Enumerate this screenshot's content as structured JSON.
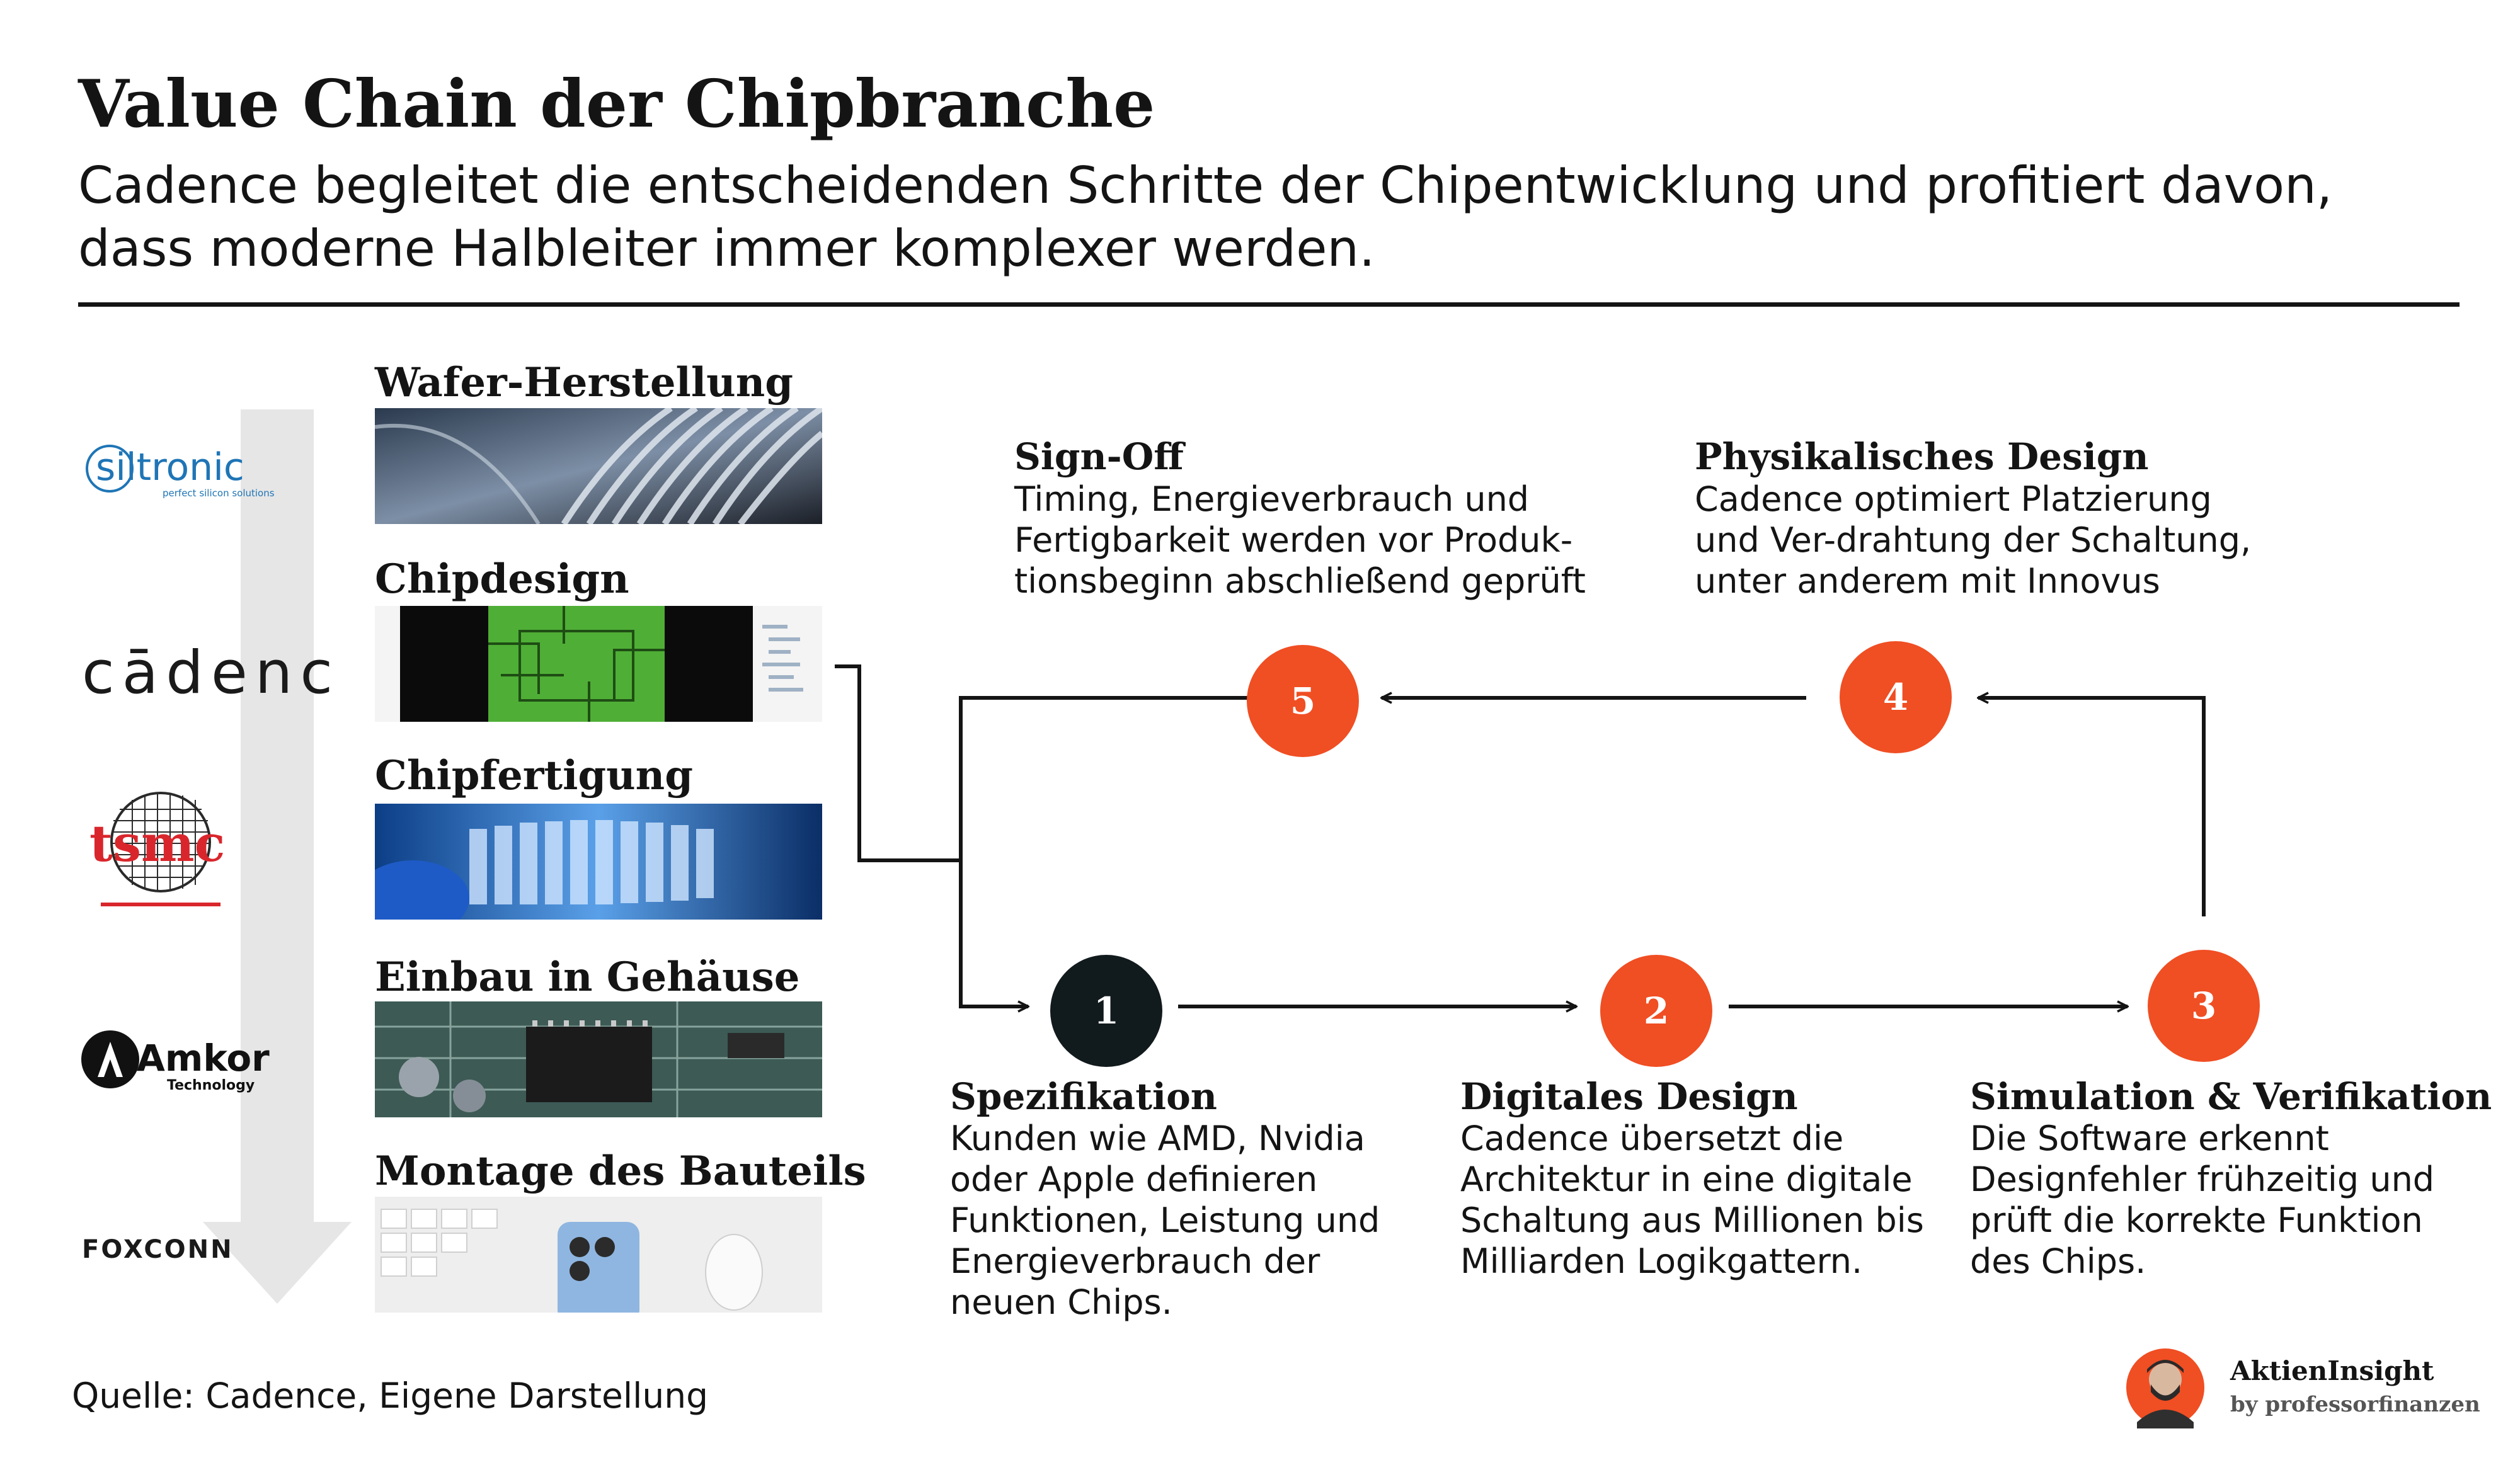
{
  "title": "Value Chain der Chipbranche",
  "subtitle_lines": [
    "Cadence begleitet die entscheidenden Schritte der Chipentwicklung und profitiert davon,",
    "dass moderne Halbleiter immer komplexer werden."
  ],
  "colors": {
    "accent": "#f04e23",
    "dark": "#111a1c",
    "text": "#141414",
    "arrow_gray": "#e6e6e6"
  },
  "logos": {
    "siltronic": {
      "name": "siltronic",
      "tagline": "perfect silicon solutions"
    },
    "cadence": {
      "name": "cādence"
    },
    "tsmc": {
      "name": "tsmc"
    },
    "amkor": {
      "name": "Amkor",
      "sub": "Technology"
    },
    "foxconn": {
      "name": "FOXCONN"
    }
  },
  "value_chain": [
    {
      "label": "Wafer-Herstellung"
    },
    {
      "label": "Chipdesign"
    },
    {
      "label": "Chipfertigung"
    },
    {
      "label": "Einbau in Gehäuse"
    },
    {
      "label": "Montage des Bauteils"
    }
  ],
  "steps": [
    {
      "number": "1",
      "title": "Spezifikation",
      "lines": [
        "Kunden wie AMD, Nvidia",
        "oder Apple definieren",
        "Funktionen, Leistung und",
        "Energieverbrauch der",
        "neuen Chips."
      ]
    },
    {
      "number": "2",
      "title": "Digitales Design",
      "lines": [
        "Cadence übersetzt die",
        "Architektur in eine digitale",
        "Schaltung aus Millionen bis",
        "Milliarden Logikgattern."
      ]
    },
    {
      "number": "3",
      "title": "Simulation & Verifikation",
      "lines": [
        "Die Software erkennt",
        "Designfehler frühzeitig und",
        "prüft die korrekte Funktion",
        "des Chips."
      ]
    },
    {
      "number": "4",
      "title": "Physikalisches Design",
      "lines": [
        "Cadence optimiert Platzierung",
        "und Ver-drahtung der Schaltung,",
        "unter anderem mit Innovus"
      ]
    },
    {
      "number": "5",
      "title": "Sign-Off",
      "lines": [
        "Timing, Energieverbrauch und",
        "Fertigbarkeit werden vor Produk-",
        "tionsbeginn abschließend geprüft"
      ]
    }
  ],
  "source": "Quelle: Cadence, Eigene Darstellung",
  "brand": {
    "name": "AktienInsight",
    "byline": "by professorfinanzen"
  }
}
